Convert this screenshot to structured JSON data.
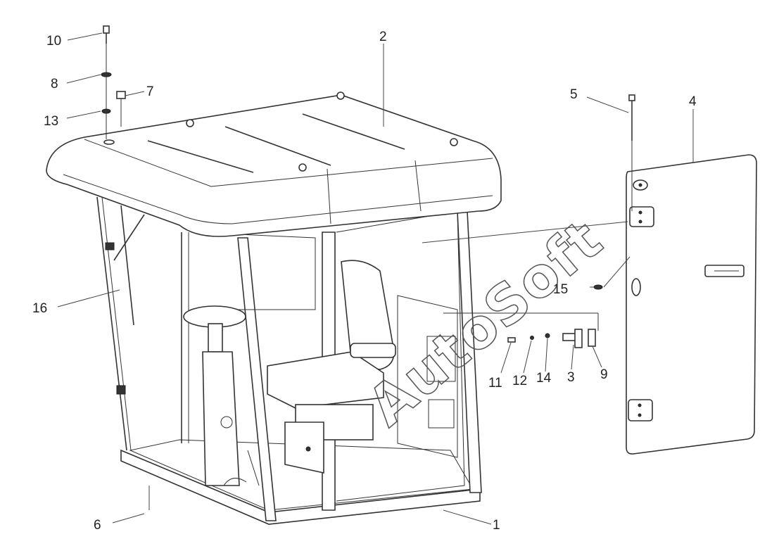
{
  "watermark": "AutoSoft",
  "callouts": [
    {
      "id": "c1",
      "label": "1"
    },
    {
      "id": "c2",
      "label": "2"
    },
    {
      "id": "c3",
      "label": "3"
    },
    {
      "id": "c4",
      "label": "4"
    },
    {
      "id": "c5",
      "label": "5"
    },
    {
      "id": "c6",
      "label": "6"
    },
    {
      "id": "c7",
      "label": "7"
    },
    {
      "id": "c8",
      "label": "8"
    },
    {
      "id": "c9",
      "label": "9"
    },
    {
      "id": "c10",
      "label": "10"
    },
    {
      "id": "c11",
      "label": "11"
    },
    {
      "id": "c12",
      "label": "12"
    },
    {
      "id": "c13",
      "label": "13"
    },
    {
      "id": "c14",
      "label": "14"
    },
    {
      "id": "c15",
      "label": "15"
    },
    {
      "id": "c16",
      "label": "16"
    }
  ]
}
